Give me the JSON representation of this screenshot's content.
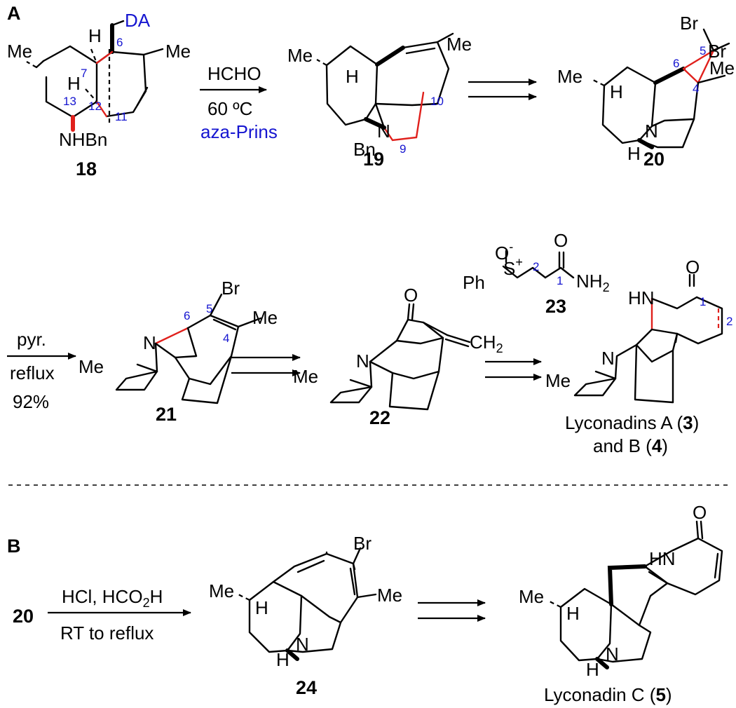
{
  "panels": {
    "A": "A",
    "B": "B"
  },
  "compounds": {
    "c18": "18",
    "c19": "19",
    "c20": "20",
    "c21": "21",
    "c22": "22",
    "c23": "23",
    "c24": "24",
    "c_start_b": "20"
  },
  "reaction_1": {
    "reagent": "HCHO",
    "conditions": "60 ºC",
    "name": "aza-Prins"
  },
  "reaction_2": {
    "line1": "pyr.",
    "line2": "reflux",
    "yield": "92%"
  },
  "reaction_b": {
    "reagents": "HCl, HCO",
    "reagents_sub": "2",
    "reagents_end": "H",
    "conditions": "RT to reflux"
  },
  "labels": {
    "me": "Me",
    "h": "H",
    "n": "N",
    "nhbn": "NHBn",
    "bn": "Bn",
    "br": "Br",
    "da": "DA",
    "o": "O",
    "o_minus": "O",
    "minus": "-",
    "s": "S",
    "plus": "+",
    "ph": "Ph",
    "nh2": "NH",
    "nh2_sub": "2",
    "hn": "HN",
    "ch2": "CH",
    "ch2_sub": "2"
  },
  "carbon_numbers": {
    "n6": "6",
    "n7": "7",
    "n13": "13",
    "n12": "12",
    "n11": "11",
    "n10": "10",
    "n9": "9",
    "n5": "5",
    "n4": "4",
    "n2": "2",
    "n1": "1"
  },
  "products": {
    "lyc_ab_line1": "Lyconadins A (",
    "lyc_ab_3": "3",
    "lyc_ab_close": ")",
    "lyc_ab_line2": "and B (",
    "lyc_ab_4": "4",
    "lyc_c": "Lyconadin C (",
    "lyc_c_5": "5"
  },
  "colors": {
    "highlight_red": "#e0201c",
    "annotation_blue": "#1515d0"
  }
}
